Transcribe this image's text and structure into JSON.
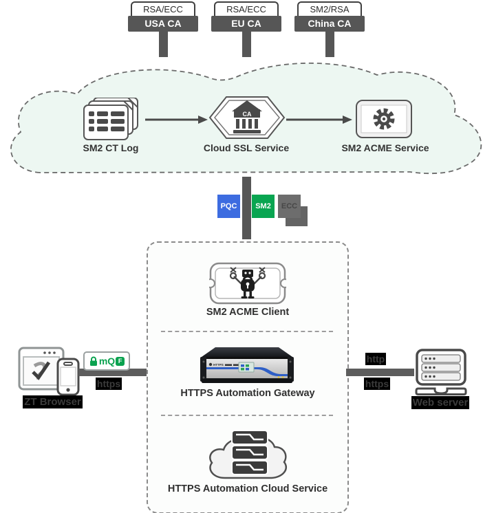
{
  "top_cas": [
    {
      "algorithms": "RSA/ECC",
      "name": "USA CA"
    },
    {
      "algorithms": "RSA/ECC",
      "name": "EU CA"
    },
    {
      "algorithms": "SM2/RSA",
      "name": "China CA"
    }
  ],
  "cloud": {
    "nodes": [
      {
        "label": "SM2 CT Log"
      },
      {
        "label": "Cloud SSL Service",
        "building_text": "CA"
      },
      {
        "label": "SM2 ACME Service"
      }
    ]
  },
  "algorithm_badges": [
    {
      "label": "PQC",
      "color": "#3d6ce0"
    },
    {
      "label": "SM2",
      "color": "#09a551"
    },
    {
      "label": "ECC",
      "color": "#6d6d6d"
    }
  ],
  "automation_box": {
    "sections": [
      {
        "label": "SM2 ACME Client"
      },
      {
        "label": "HTTPS Automation Gateway",
        "panel_text": "HTTPS"
      },
      {
        "label": "HTTPS Automation Cloud Service"
      }
    ]
  },
  "left_client": {
    "label": "ZT Browser",
    "address_bar_letters": "mQ",
    "address_bar_badge": "F",
    "connection": "https"
  },
  "right_server": {
    "label": "Web server",
    "connection_top": "http",
    "connection_bottom": "https"
  },
  "colors": {
    "connector_gray": "#5d5d5d",
    "sign_gray": "#565656",
    "cloud_fill": "#edf7f2",
    "badge_blue": "#3d6ce0",
    "badge_green": "#09a551",
    "badge_gray": "#6d6d6d",
    "accent_green": "#0aa24f",
    "gateway_stripe_blue": "#2e5fc7"
  }
}
